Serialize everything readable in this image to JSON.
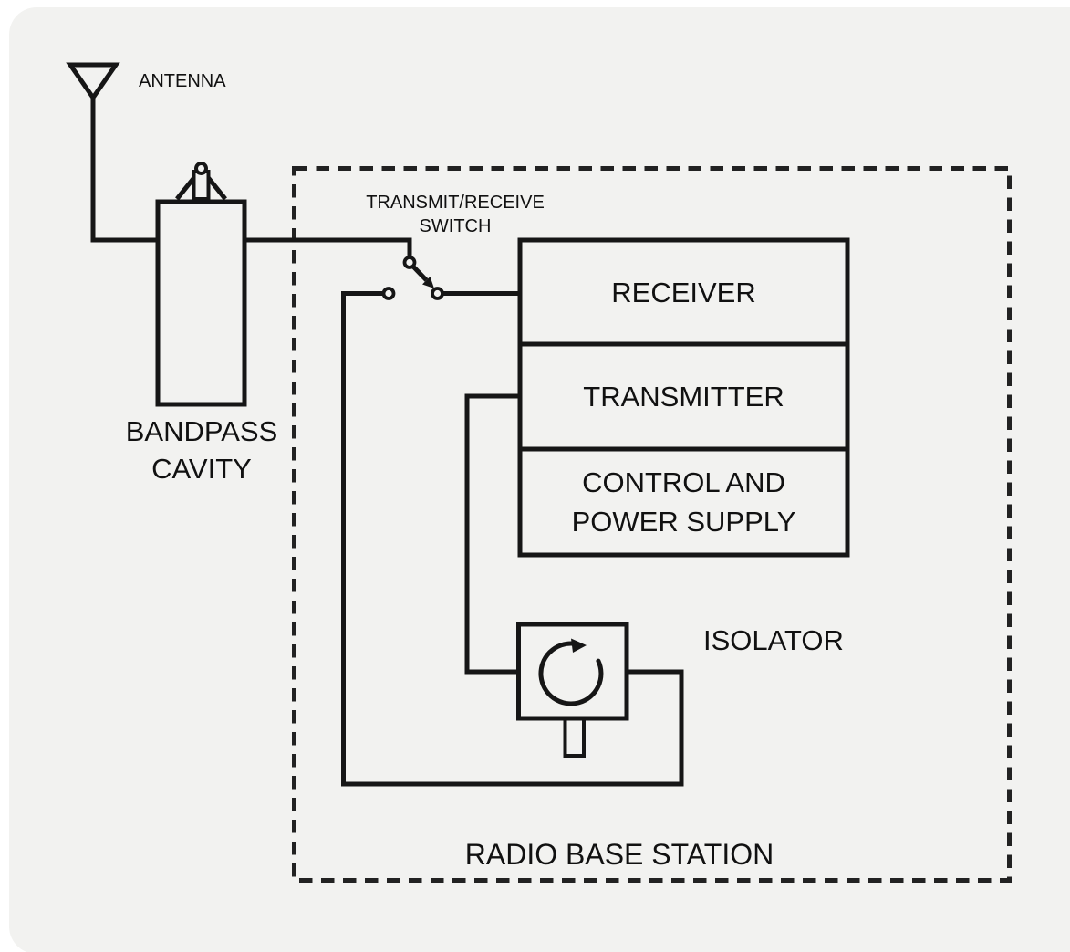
{
  "page": {
    "background": "#ffffff",
    "panel_background": "#f2f2f0"
  },
  "colors": {
    "line": "#161616",
    "dashed_border": "#222222",
    "text": "#111111"
  },
  "labels": {
    "antenna": "ANTENNA",
    "bandpass_cavity": "BANDPASS\nCAVITY",
    "transmit_receive_switch": "TRANSMIT/RECEIVE\nSWITCH",
    "receiver": "RECEIVER",
    "transmitter": "TRANSMITTER",
    "control_power_supply": "CONTROL AND\nPOWER SUPPLY",
    "isolator": "ISOLATOR",
    "radio_base_station": "RADIO BASE STATION"
  }
}
